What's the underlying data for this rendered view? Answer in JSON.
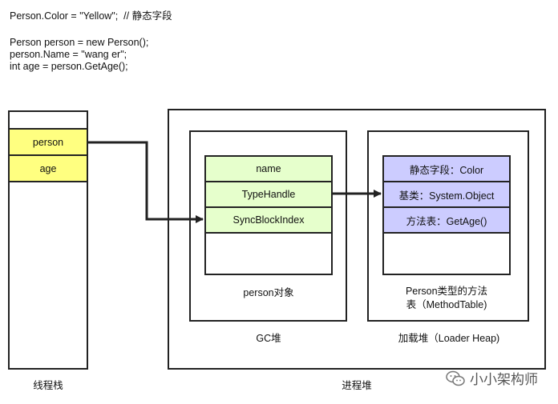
{
  "code": {
    "line1": "Person.Color = \"Yellow\";  // 静态字段",
    "line2": "Person person = new Person();",
    "line3": "person.Name = \"wang er\";",
    "line4": "int age = person.GetAge();"
  },
  "thread_stack": {
    "label": "线程栈",
    "cells": [
      "person",
      "age"
    ],
    "color": "#ffff80"
  },
  "process_heap": {
    "label": "进程堆"
  },
  "gc_heap": {
    "label": "GC堆",
    "object_label": "person对象",
    "fields": [
      "name",
      "TypeHandle",
      "SyncBlockIndex"
    ],
    "color": "#e6ffcc"
  },
  "loader_heap": {
    "label": "加载堆（Loader Heap)",
    "type_label_line1": "Person类型的方法",
    "type_label_line2": "表（MethodTable)",
    "fields": [
      "静态字段：Color",
      "基类：System.Object",
      "方法表：GetAge()"
    ],
    "color": "#ccccff"
  },
  "watermark": {
    "text": "小小架构师"
  }
}
